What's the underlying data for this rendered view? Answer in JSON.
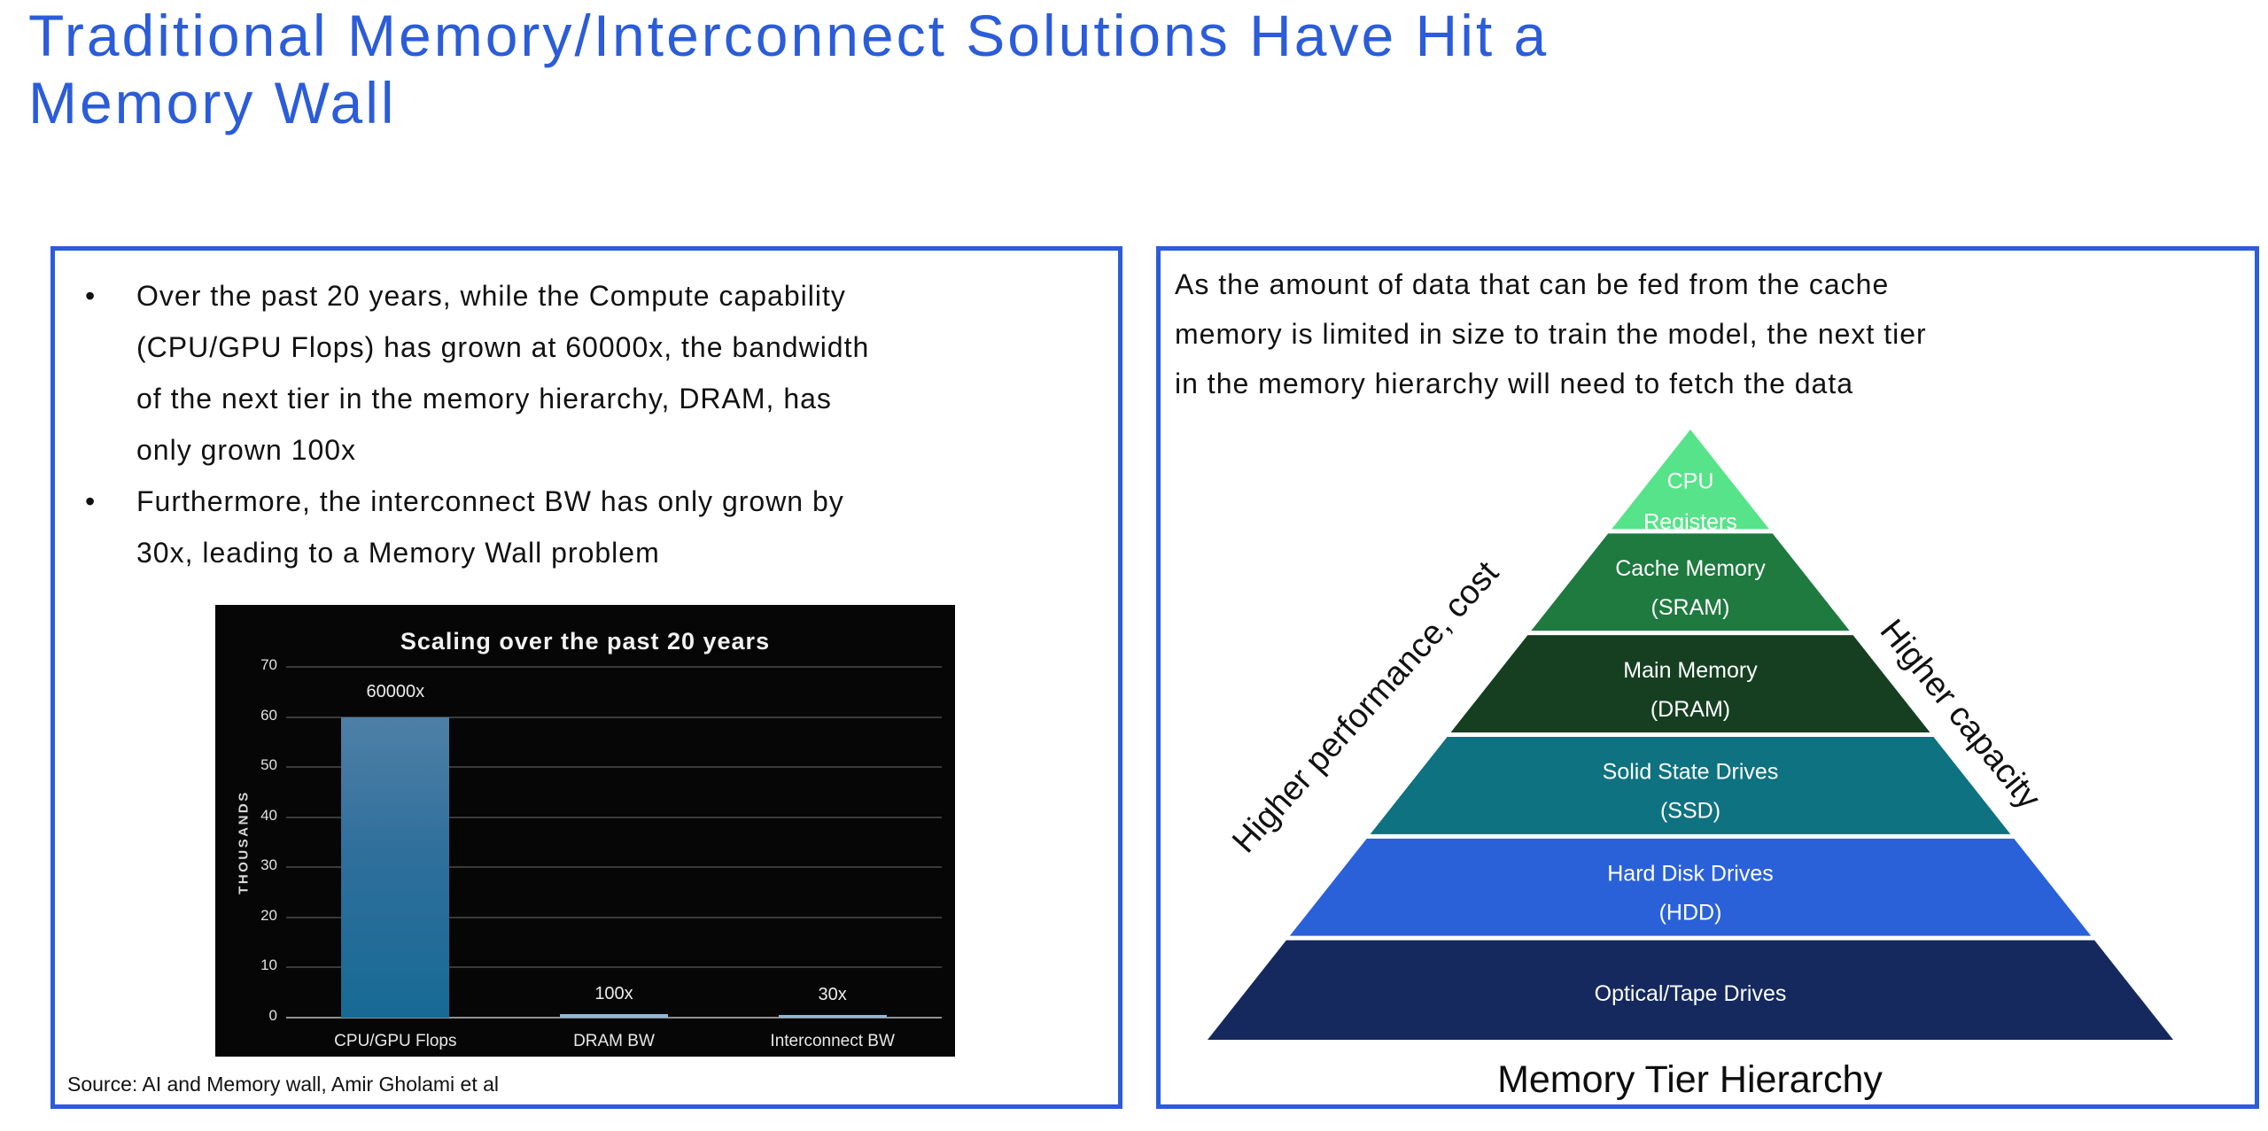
{
  "slide": {
    "title_lines": [
      "Traditional Memory/Interconnect Solutions Have Hit a",
      "Memory Wall"
    ],
    "accent_color": "#2b5cd9"
  },
  "left_panel": {
    "bullets": [
      [
        "Over the past 20 years, while the Compute capability",
        "(CPU/GPU Flops) has grown at 60000x, the bandwidth",
        "of the next tier in the memory hierarchy, DRAM, has",
        "only grown 100x"
      ],
      [
        "Furthermore, the interconnect BW has only grown by",
        "30x, leading to a Memory Wall problem"
      ]
    ],
    "source": "Source: AI and Memory wall, Amir Gholami et al"
  },
  "chart_data": {
    "type": "bar",
    "title": "Scaling over the past 20 years",
    "ylabel": "THOUSANDS",
    "xlabel": "",
    "categories": [
      "CPU/GPU Flops",
      "DRAM BW",
      "Interconnect BW"
    ],
    "values": [
      60,
      0.1,
      0.03
    ],
    "value_labels": [
      "60000x",
      "100x",
      "30x"
    ],
    "yticks": [
      0,
      10,
      20,
      30,
      40,
      50,
      60,
      70
    ],
    "ylim": [
      0,
      70
    ],
    "grid": "horizontal",
    "legend_position": "none",
    "background": "#060606",
    "bar_color_top": "#4e80a6",
    "bar_color_bottom": "#176a95",
    "small_bar_color": "#8fb8d9"
  },
  "right_panel": {
    "text_lines": [
      "As the amount of data that can be fed from the cache",
      "memory is limited in size to train the model, the next tier",
      "in the memory hierarchy will need to fetch the data"
    ],
    "left_axis_label": "Higher performance, cost",
    "right_axis_label": "Higher capacity",
    "caption": "Memory Tier Hierarchy",
    "pyramid_tiers": [
      {
        "lines": [
          "CPU",
          "Registers"
        ],
        "color": "#57e389"
      },
      {
        "lines": [
          "Cache Memory",
          "(SRAM)"
        ],
        "color": "#1e7a3e"
      },
      {
        "lines": [
          "Main Memory",
          "(DRAM)"
        ],
        "color": "#163f21"
      },
      {
        "lines": [
          "Solid State Drives",
          "(SSD)"
        ],
        "color": "#0e7280"
      },
      {
        "lines": [
          "Hard Disk Drives",
          "(HDD)"
        ],
        "color": "#2a61d9"
      },
      {
        "lines": [
          "Optical/Tape Drives"
        ],
        "color": "#15295e"
      }
    ]
  }
}
